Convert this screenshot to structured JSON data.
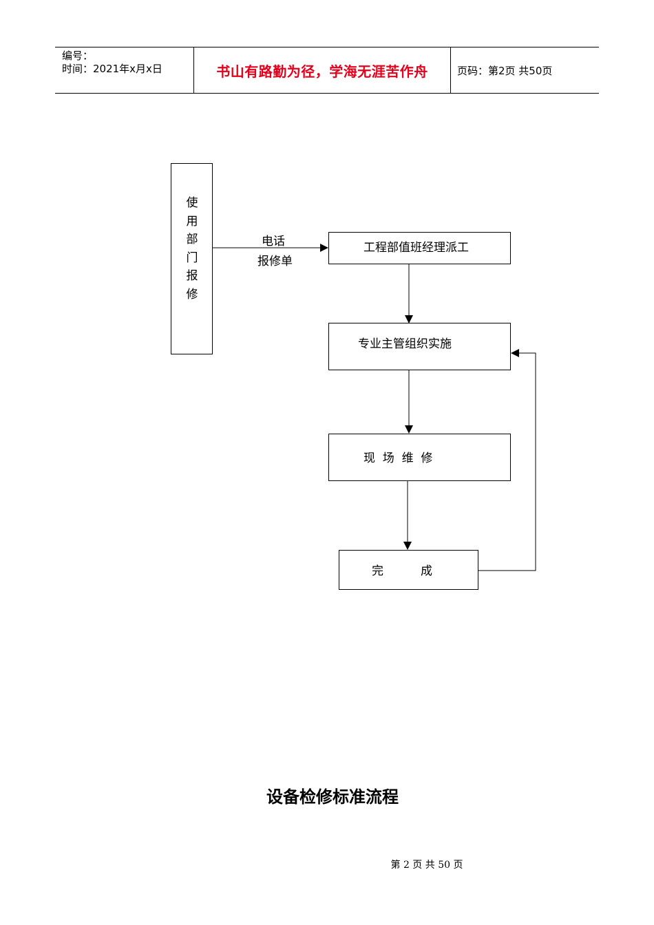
{
  "header": {
    "number_label": "编号：",
    "time_label": "时间：2021年x月x日",
    "motto": "书山有路勤为径，学海无涯苦作舟",
    "page_info": "页码：第2页  共50页"
  },
  "flowchart": {
    "source_chars": [
      "使",
      "用",
      "部",
      "门",
      "报",
      "修"
    ],
    "edge_label_top": "电话",
    "edge_label_bottom": "报修单",
    "step1": "工程部值班经理派工",
    "step2": "专业主管组织实施",
    "step3": "现  场  维  修",
    "step4": "完          成"
  },
  "title": "设备检修标准流程",
  "footer": "第 2 页 共 50 页"
}
